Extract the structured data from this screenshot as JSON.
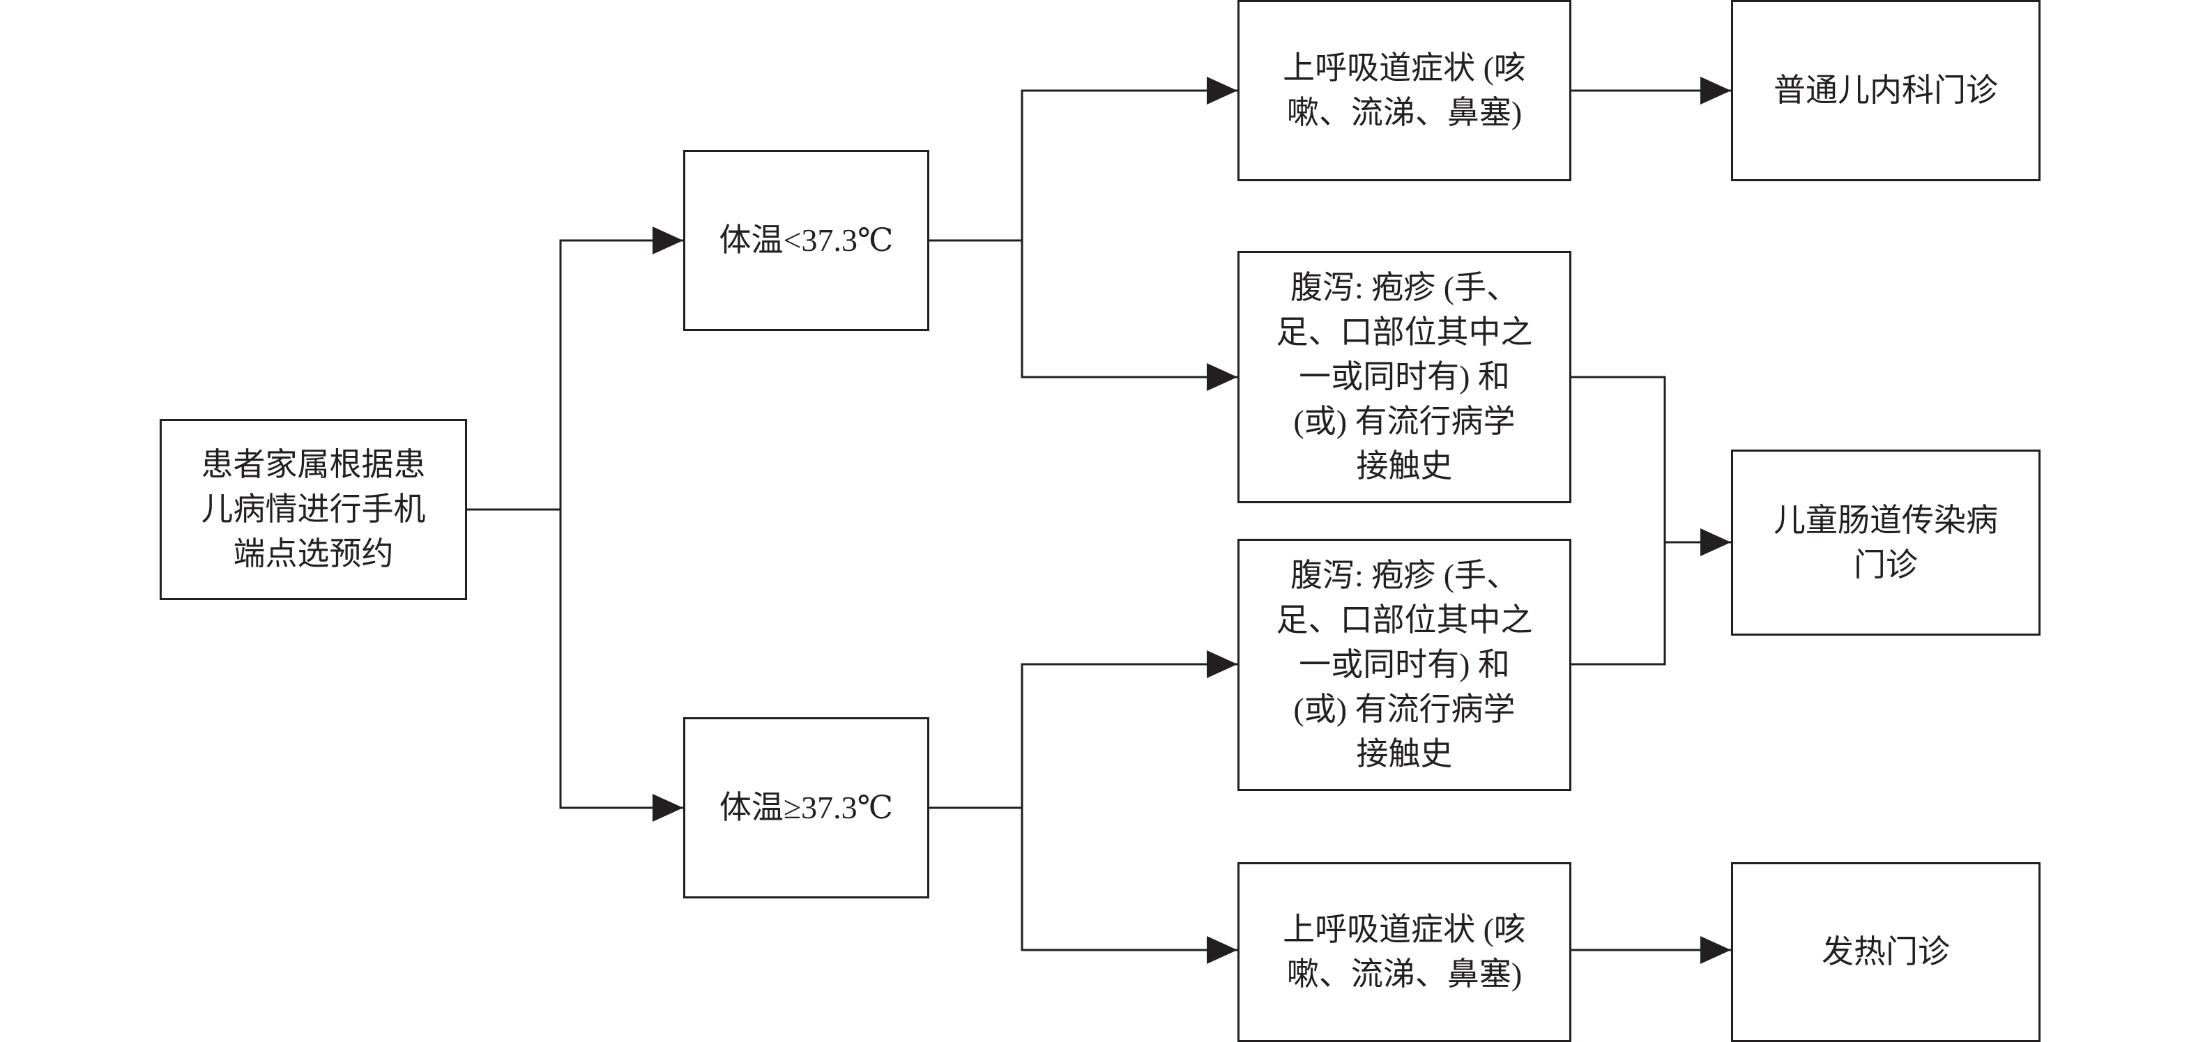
{
  "diagram": {
    "colors": {
      "line": "#231f20",
      "fill": "#ffffff"
    },
    "nodes": {
      "start": "患者家属根据患\n儿病情进行手机\n端点选预约",
      "temp_low": "体温<37.3℃",
      "temp_high": "体温≥37.3℃",
      "resp_low": "上呼吸道症状 (咳\n嗽、流涕、鼻塞)",
      "diarrhea_low": "腹泻: 疱疹 (手、\n足、口部位其中之\n一或同时有) 和\n(或) 有流行病学\n接触史",
      "diarrhea_high": "腹泻: 疱疹 (手、\n足、口部位其中之\n一或同时有) 和\n(或) 有流行病学\n接触史",
      "resp_high": "上呼吸道症状 (咳\n嗽、流涕、鼻塞)",
      "general_clinic": "普通儿内科门诊",
      "enteric_clinic": "儿童肠道传染病\n门诊",
      "fever_clinic": "发热门诊"
    }
  }
}
